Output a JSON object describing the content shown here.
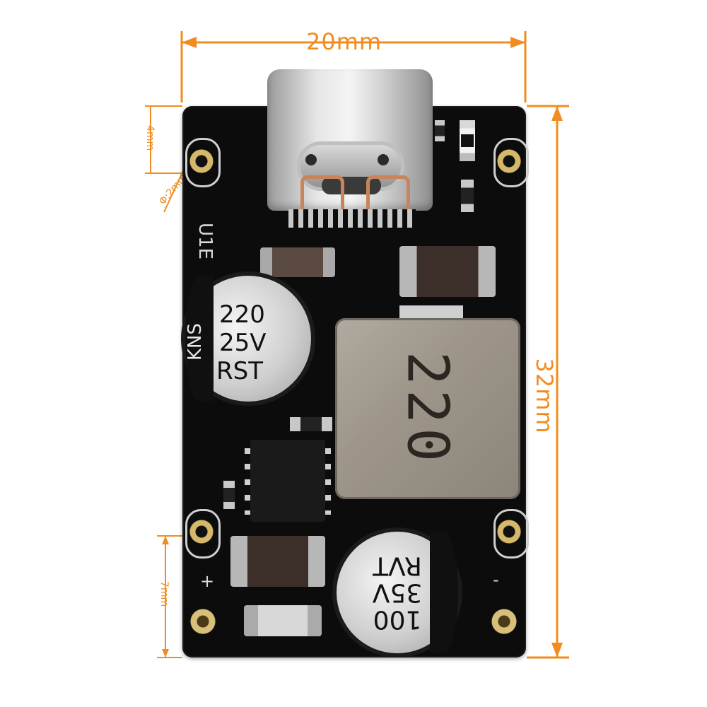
{
  "dimensions": {
    "width_label": "20mm",
    "height_label": "32mm",
    "top_hole_offset_label": "4mm",
    "hole_diameter_label": "Φ:2mm",
    "bottom_offset_label": "7mm"
  },
  "silkscreen": {
    "board_label": "U1E",
    "plus": "+",
    "minus": "-"
  },
  "cap_left": {
    "line1": "220",
    "line2": "25V",
    "line3": "RST",
    "brand": "KNS"
  },
  "cap_bottom": {
    "line1": "100",
    "line2": "35V",
    "line3": "RVT"
  },
  "inductor": {
    "marking": "220"
  },
  "colors": {
    "dimension": "#f28c1e",
    "board": "#0c0c0c",
    "gold": "#d6b86a"
  }
}
